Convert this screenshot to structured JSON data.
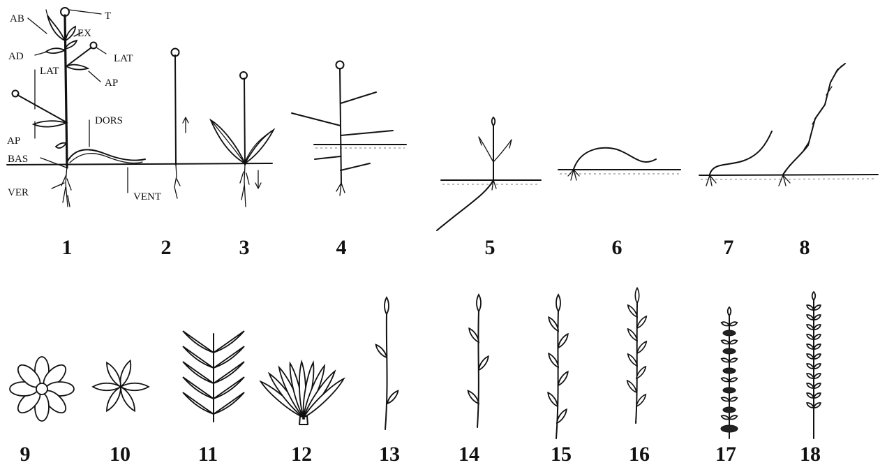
{
  "labels": {
    "t": "T",
    "ab": "AB",
    "ex": "EX",
    "ad": "AD",
    "lat_right": "LAT",
    "lat_left": "LAT",
    "ap_right": "AP",
    "ap_left": "AP",
    "dors": "DORS",
    "bas": "BAS",
    "ver": "VER",
    "vent": "VENT"
  },
  "figure_numbers": [
    "1",
    "2",
    "3",
    "4",
    "5",
    "6",
    "7",
    "8",
    "9",
    "10",
    "11",
    "12",
    "13",
    "14",
    "15",
    "16",
    "17",
    "18"
  ]
}
